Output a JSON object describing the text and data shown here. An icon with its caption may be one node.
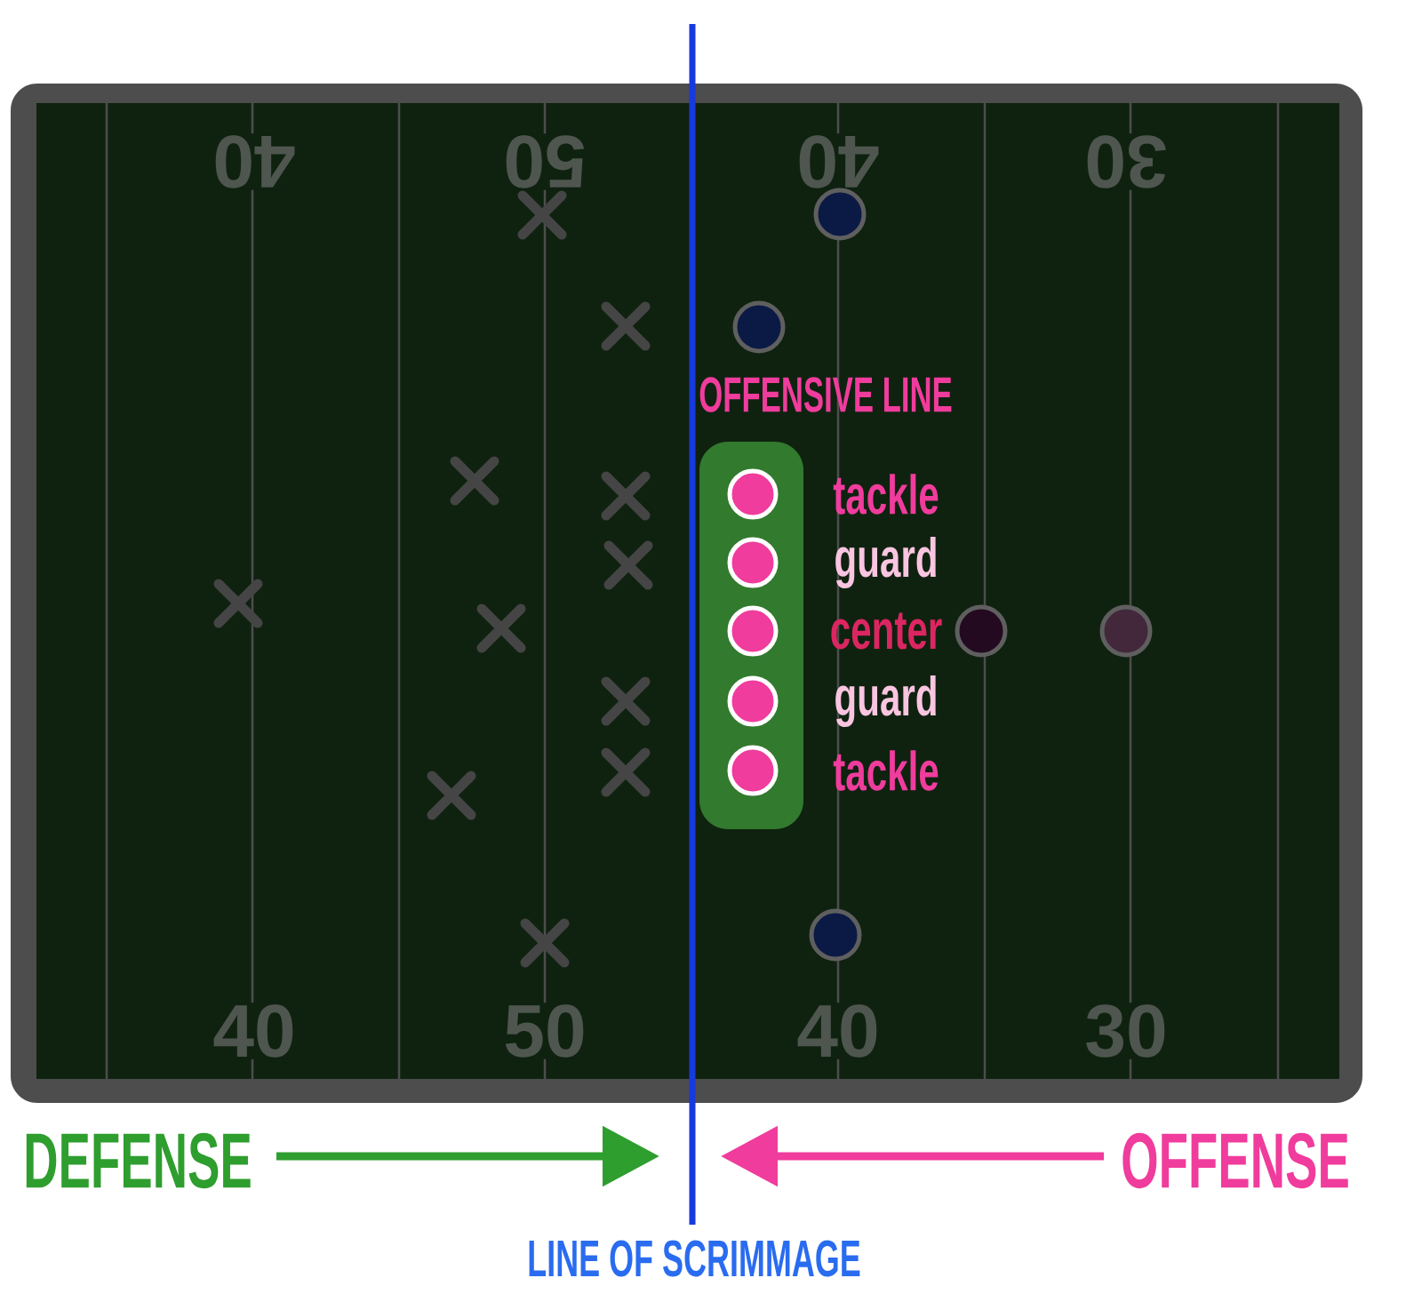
{
  "diagram": {
    "nodes": [
      {
        "text": [
          "OFFENSIVE LINE"
        ]
      },
      {
        "text": [],
        "shape": "circle",
        "in": 0,
        "beside": [
          "tackle"
        ]
      },
      {
        "text": [],
        "shape": "circle",
        "in": 0,
        "beside": [
          "guard"
        ]
      },
      {
        "text": [],
        "shape": "circle",
        "in": 0,
        "beside": [
          "center"
        ]
      },
      {
        "text": [],
        "shape": "circle",
        "in": 0,
        "beside": [
          "guard"
        ]
      },
      {
        "text": [],
        "shape": "circle",
        "in": 0,
        "beside": [
          "tackle"
        ]
      }
    ],
    "labels": [
      "40",
      "50",
      "40",
      "30",
      "40",
      "50",
      "40",
      "30",
      "DEFENSE",
      "OFFENSE",
      "LINE OF SCRIMMAGE"
    ]
  }
}
